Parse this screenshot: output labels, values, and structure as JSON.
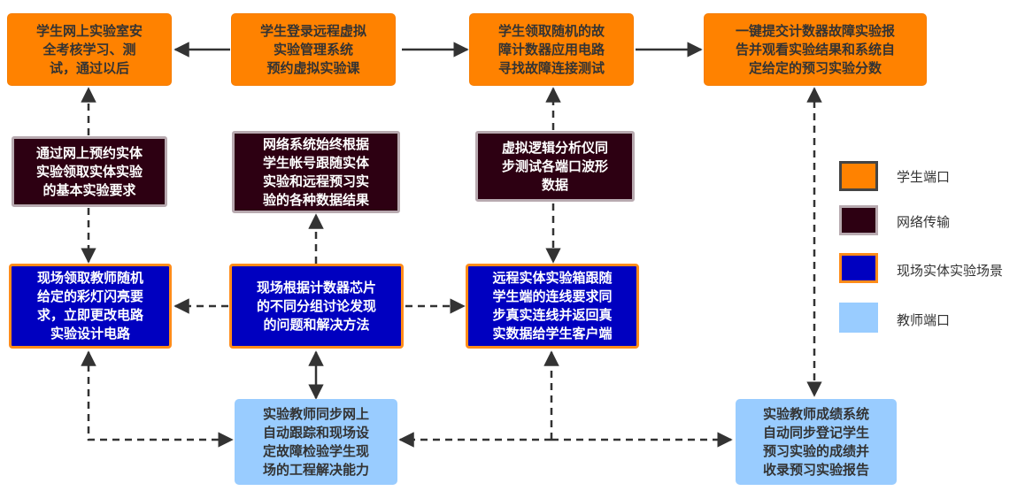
{
  "nodes": {
    "student_safety_exam": "学生网上实验室安\n全考核学习、测\n试，通过以后",
    "student_login_book": "学生登录远程虚拟\n实验管理系统\n预约虚拟实验课",
    "student_fault_test": "学生领取随机的故\n障计数器应用电路\n寻找故障连接测试",
    "student_submit_report": "一键提交计数器故障实验报\n告并观看实验结果和系统自\n定给定的预习实验分数",
    "net_book_requirements": "通过网上预约实体\n实验领取实体实验\n的基本实验要求",
    "net_track_data": "网络系统始终根据\n学生帐号跟随实体\n实验和远程预习实\n验的各种数据结果",
    "net_logic_analyzer": "虚拟逻辑分析仪同\n步测试各端口波形\n数据",
    "onsite_modify_circuit": "现场领取教师随机\n给定的彩灯闪亮要\n求，立即更改电路\n实验设计电路",
    "onsite_group_discuss": "现场根据计数器芯片\n的不同分组讨论发现\n的问题和解决方法",
    "onsite_remote_box": "远程实体实验箱跟随\n学生端的连线要求同\n步真实连线并返回真\n实数据给学生客户端",
    "teacher_auto_track": "实验教师同步网上\n自动跟踪和现场设\n定故障检验学生现\n场的工程解决能力",
    "teacher_grade_system": "实验教师成绩系统\n自动同步登记学生\n预习实验的成绩并\n收录预习实验报告"
  },
  "legend": [
    {
      "label": "学生端口",
      "fill": "#ff8200",
      "border": "#444444"
    },
    {
      "label": "网络传输",
      "fill": "#2d0012",
      "border": "#b8aab0"
    },
    {
      "label": "现场实体实验场景",
      "fill": "#0000c0",
      "border": "#ff8c1a"
    },
    {
      "label": "教师端口",
      "fill": "#99ccff",
      "border": "#99ccff"
    }
  ],
  "colors": {
    "student": "#ff8200",
    "network": "#2d0012",
    "onsite": "#0000c0",
    "teacher": "#99ccff",
    "arrow": "#333333"
  }
}
